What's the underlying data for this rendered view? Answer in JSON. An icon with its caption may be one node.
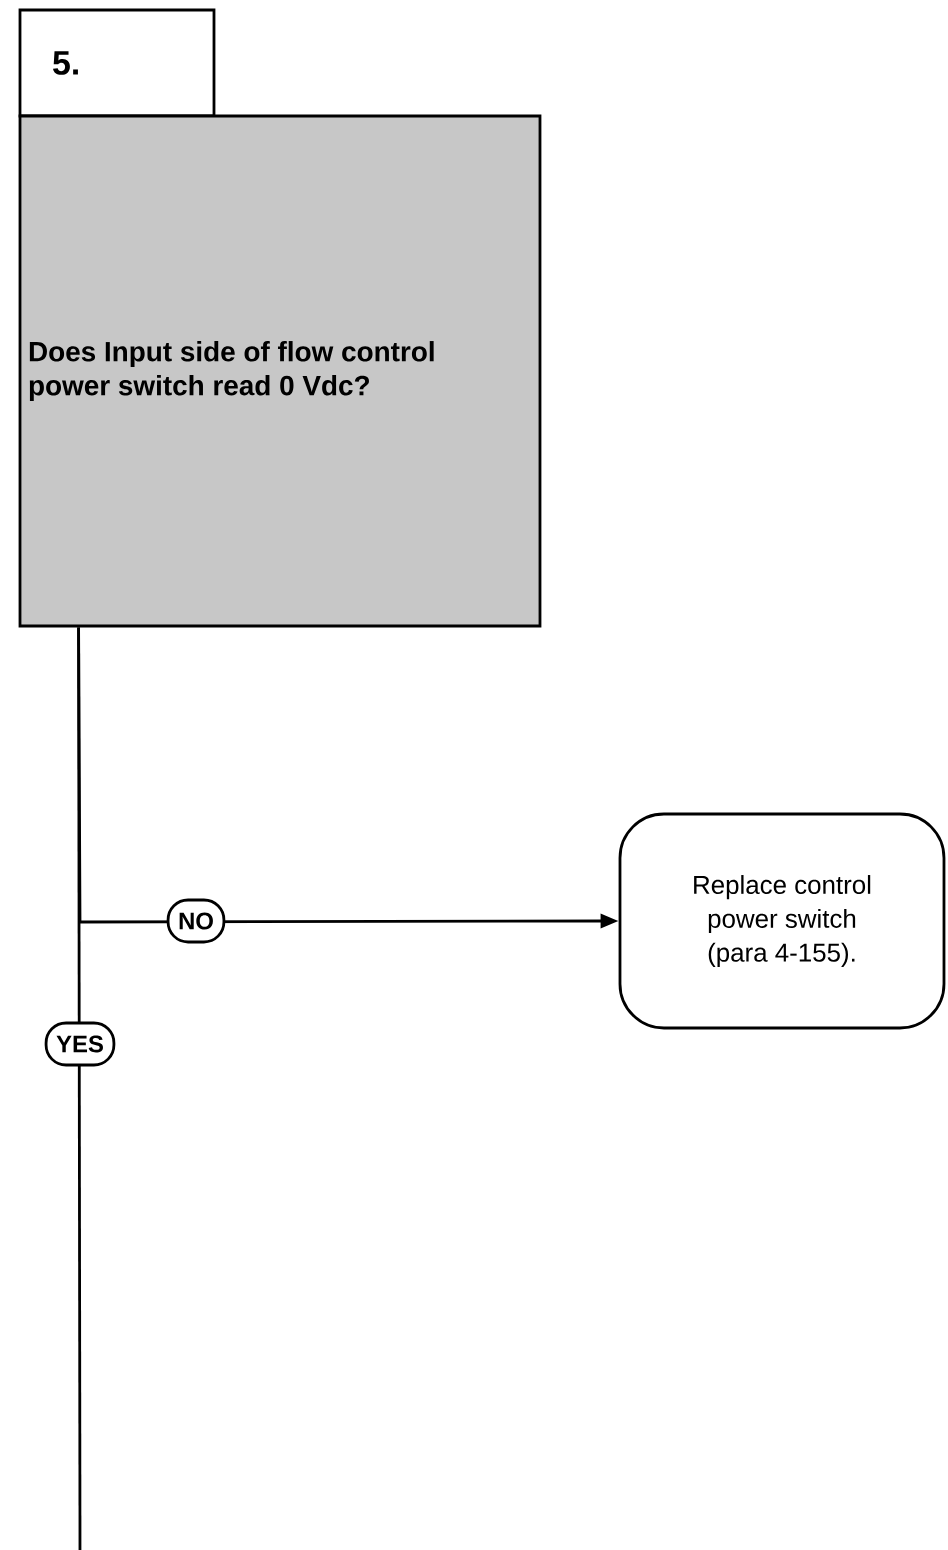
{
  "diagram": {
    "nodes": [
      {
        "text": [
          "5."
        ]
      },
      {
        "text": [
          "Does Input side of flow control power switch read 0 Vdc?"
        ]
      },
      {
        "text": [
          "Replace control power switch (para 4-155)."
        ]
      }
    ],
    "edges": [
      {
        "from": 1,
        "to": 2,
        "arrow": "to",
        "label": "NO"
      },
      {
        "from": 1,
        "to": null,
        "arrow": "none",
        "label": "YES"
      }
    ]
  }
}
